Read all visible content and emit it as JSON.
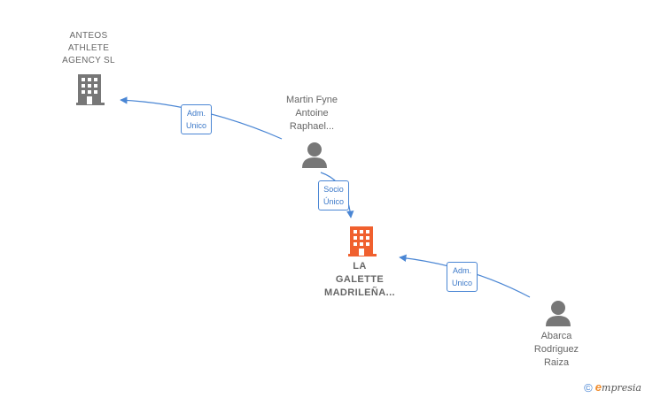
{
  "nodes": {
    "anteos": {
      "lines": [
        "ANTEOS",
        "ATHLETE",
        "AGENCY  SL"
      ],
      "icon": "building-icon",
      "color": "#777777"
    },
    "martin": {
      "lines": [
        "Martin Fyne",
        "Antoine",
        "Raphael..."
      ],
      "icon": "person-icon",
      "color": "#777777"
    },
    "galette": {
      "lines": [
        "LA",
        "GALETTE",
        "MADRILEÑA..."
      ],
      "icon": "building-icon",
      "color": "#f0602e"
    },
    "abarca": {
      "lines": [
        "Abarca",
        "Rodriguez",
        "Raiza"
      ],
      "icon": "person-icon",
      "color": "#777777"
    }
  },
  "edges": {
    "martin_anteos": {
      "lines": [
        "Adm.",
        "Unico"
      ]
    },
    "martin_galette": {
      "lines": [
        "Socio",
        "Único"
      ]
    },
    "abarca_galette": {
      "lines": [
        "Adm.",
        "Unico"
      ]
    }
  },
  "footer": {
    "copyright": "©",
    "brand_initial": "e",
    "brand_rest": "mpresia"
  },
  "colors": {
    "edge": "#4a86d4",
    "text": "#666666"
  }
}
